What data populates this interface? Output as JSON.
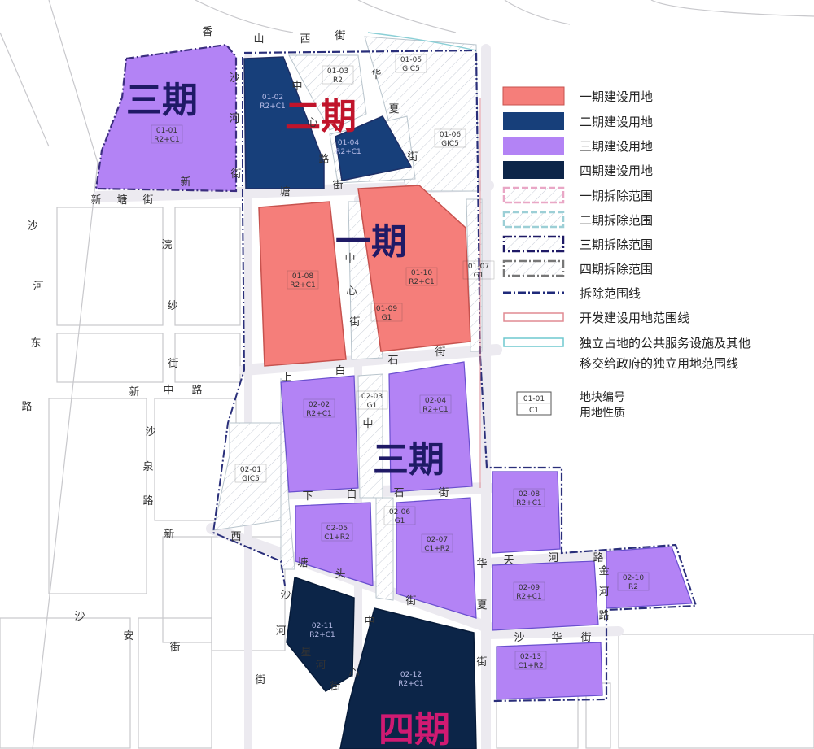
{
  "colors": {
    "phase1": "#f57e7a",
    "phase2": "#173f7a",
    "phase3": "#b383f5",
    "phase4": "#0c2548",
    "road": "#e8e8ec",
    "hatch": "#c8ccd4"
  },
  "phase_labels": {
    "p3_top": "三期",
    "p2": "二期",
    "p1": "一期",
    "p3_mid": "三期",
    "p4": "四期"
  },
  "parcels": [
    {
      "code": "01-01",
      "use": "R2+C1"
    },
    {
      "code": "01-02",
      "use": "R2+C1"
    },
    {
      "code": "01-03",
      "use": "R2"
    },
    {
      "code": "01-04",
      "use": "R2+C1"
    },
    {
      "code": "01-05",
      "use": "GIC5"
    },
    {
      "code": "01-06",
      "use": "GIC5"
    },
    {
      "code": "01-07",
      "use": "G1"
    },
    {
      "code": "01-08",
      "use": "R2+C1"
    },
    {
      "code": "01-09",
      "use": "G1"
    },
    {
      "code": "01-10",
      "use": "R2+C1"
    },
    {
      "code": "02-01",
      "use": "GIC5"
    },
    {
      "code": "02-02",
      "use": "R2+C1"
    },
    {
      "code": "02-03",
      "use": "G1"
    },
    {
      "code": "02-04",
      "use": "R2+C1"
    },
    {
      "code": "02-05",
      "use": "C1+R2"
    },
    {
      "code": "02-06",
      "use": "G1"
    },
    {
      "code": "02-07",
      "use": "C1+R2"
    },
    {
      "code": "02-08",
      "use": "R2+C1"
    },
    {
      "code": "02-09",
      "use": "R2+C1"
    },
    {
      "code": "02-10",
      "use": "R2"
    },
    {
      "code": "02-11",
      "use": "R2+C1"
    },
    {
      "code": "02-12",
      "use": "R2+C1"
    },
    {
      "code": "02-13",
      "use": "C1+R2"
    }
  ],
  "streets": [
    {
      "id": "xiang",
      "chars": [
        "香",
        "山",
        "西",
        "街"
      ]
    },
    {
      "id": "shahe",
      "chars": [
        "沙",
        "河",
        "街"
      ]
    },
    {
      "id": "zhongxin",
      "chars": [
        "中",
        "心",
        "路"
      ]
    },
    {
      "id": "huaxia",
      "chars": [
        "华",
        "夏",
        "街"
      ]
    },
    {
      "id": "xintang",
      "chars": [
        "新",
        "塘",
        "街"
      ]
    },
    {
      "id": "xintang2",
      "chars": [
        "新",
        "塘",
        "街"
      ]
    },
    {
      "id": "shahedong",
      "chars": [
        "沙",
        "河",
        "东",
        "路"
      ]
    },
    {
      "id": "wansha",
      "chars": [
        "浣",
        "纱",
        "街"
      ]
    },
    {
      "id": "zhongxin2",
      "chars": [
        "中",
        "心",
        "街"
      ]
    },
    {
      "id": "shangbaishi",
      "chars": [
        "上",
        "白",
        "石",
        "街"
      ]
    },
    {
      "id": "xinzhong",
      "chars": [
        "新",
        "中",
        "路"
      ]
    },
    {
      "id": "shaquan",
      "chars": [
        "沙",
        "泉",
        "路"
      ]
    },
    {
      "id": "xin",
      "chars": [
        "新"
      ]
    },
    {
      "id": "xiabaishi",
      "chars": [
        "下",
        "白",
        "石",
        "街"
      ]
    },
    {
      "id": "zhong3",
      "chars": [
        "中"
      ]
    },
    {
      "id": "xinqiao",
      "chars": [
        "西",
        "塘",
        "头",
        "街"
      ]
    },
    {
      "id": "huaxia2",
      "chars": [
        "华",
        "夏"
      ]
    },
    {
      "id": "tianhe",
      "chars": [
        "天",
        "河",
        "路"
      ]
    },
    {
      "id": "jinhe",
      "chars": [
        "金",
        "河",
        "路"
      ]
    },
    {
      "id": "shahua",
      "chars": [
        "沙",
        "华",
        "街"
      ]
    },
    {
      "id": "shaan",
      "chars": [
        "沙",
        "安",
        "街"
      ]
    },
    {
      "id": "shahe2",
      "chars": [
        "沙",
        "河",
        "街"
      ]
    },
    {
      "id": "xinghe",
      "chars": [
        "星",
        "河",
        "街"
      ]
    },
    {
      "id": "zhongxin3",
      "chars": [
        "中",
        "心"
      ]
    },
    {
      "id": "jie",
      "chars": [
        "街"
      ]
    }
  ],
  "legend": [
    {
      "label": "一期建设用地"
    },
    {
      "label": "二期建设用地"
    },
    {
      "label": "三期建设用地"
    },
    {
      "label": "四期建设用地"
    },
    {
      "label": "一期拆除范围"
    },
    {
      "label": "二期拆除范围"
    },
    {
      "label": "三期拆除范围"
    },
    {
      "label": "四期拆除范围"
    },
    {
      "label": "拆除范围线"
    },
    {
      "label": "开发建设用地范围线"
    },
    {
      "label": "独立占地的公共服务设施及其他"
    },
    {
      "label": "移交给政府的独立用地范围线"
    }
  ],
  "legend_key": {
    "code": "01-01",
    "use": "C1",
    "label1": "地块编号",
    "label2": "用地性质"
  }
}
